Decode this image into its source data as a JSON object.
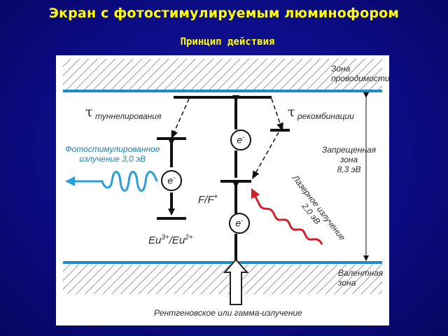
{
  "title": "Экран с фотостимулируемым люминофором",
  "subtitle": "Принцип действия",
  "diagram": {
    "conduction_zone": "Зона\nпроводимости",
    "valence_zone": "Валентная\nзона",
    "forbidden_zone": "Запрещенная\nзона\n8,3 эВ",
    "tau_tunnel": "туннелирования",
    "tau_recomb": "рекомбинации",
    "tau_symbol": "τ",
    "photostim": "Фотостимулированное\nизлучение 3,0 эВ",
    "laser": "Лазерное излучение\n2,0 эВ",
    "eu_label": "Eu",
    "eu_sup1": "3+",
    "eu_sep": "/Eu",
    "eu_sup2": "2+",
    "ff_label": "F/F",
    "ff_sup": "+",
    "electron": "e",
    "xray": "Рентгеновское или гамма-излучение",
    "colors": {
      "band_line": "#1b8cc8",
      "photostim_wave": "#2aa0d8",
      "laser_wave": "#d0202a",
      "line": "#111111"
    }
  }
}
